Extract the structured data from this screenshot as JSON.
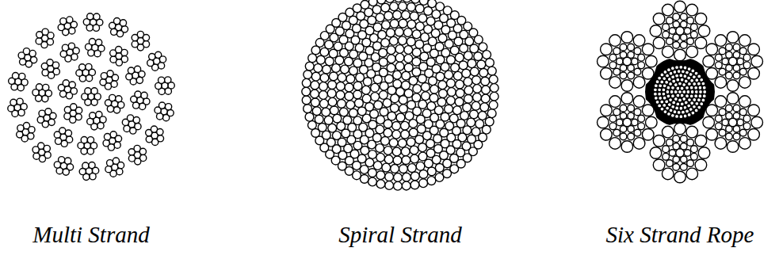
{
  "diagram": {
    "labels": [
      "Multi Strand",
      "Spiral Strand",
      "Six Strand Rope"
    ]
  }
}
